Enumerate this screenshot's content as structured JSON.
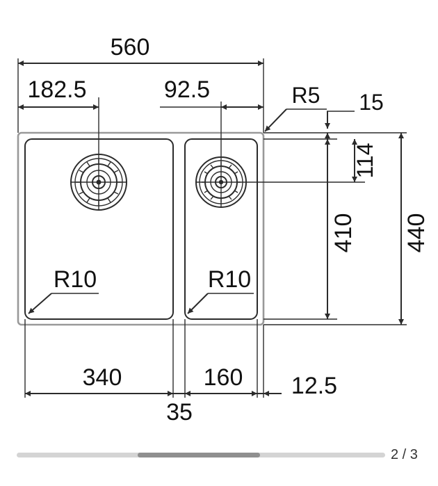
{
  "diagram": {
    "dimensions": {
      "overall_width": "560",
      "left_drain_offset": "182.5",
      "right_drain_offset": "92.5",
      "outer_radius": "R5",
      "top_offset": "15",
      "drain_depth": "114",
      "bowl_depth": "410",
      "overall_depth": "440",
      "left_bowl_radius": "R10",
      "right_bowl_radius": "R10",
      "left_bowl_width": "340",
      "divider_width": "35",
      "right_bowl_width": "160",
      "right_edge_offset": "12.5"
    }
  },
  "carousel": {
    "page_indicator": "2 / 3",
    "current_page": 2,
    "total_pages": 3
  }
}
